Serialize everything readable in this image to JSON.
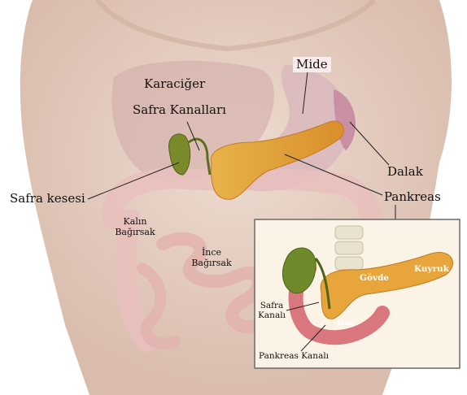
{
  "labels": {
    "mide": "Mide",
    "karaciger": "Karaciğer",
    "safra_kanallari": "Safra Kanalları",
    "dalak": "Dalak",
    "safra_kesesi": "Safra kesesi",
    "pankreas": "Pankreas",
    "kalin_1": "Kalın",
    "kalin_2": "Bağırsak",
    "ince_1": "İnce",
    "ince_2": "Bağırsak"
  },
  "inset": {
    "kuyruk": "Kuyruk",
    "govde": "Gövde",
    "safra_1": "Safra",
    "safra_2": "Kanalı",
    "bas": "Baş",
    "pankreas_kanali": "Pankreas Kanalı"
  },
  "colors": {
    "skin": "#e7cfc0",
    "liver": "#cfa9a6",
    "stomach": "#d9b7bd",
    "pancreas": "#e1a23c",
    "gallbladder": "#7a8a2a",
    "intestine": "#e9c0bd",
    "inset_bg": "#faf3e6",
    "inset_border": "#6a6a6a"
  }
}
